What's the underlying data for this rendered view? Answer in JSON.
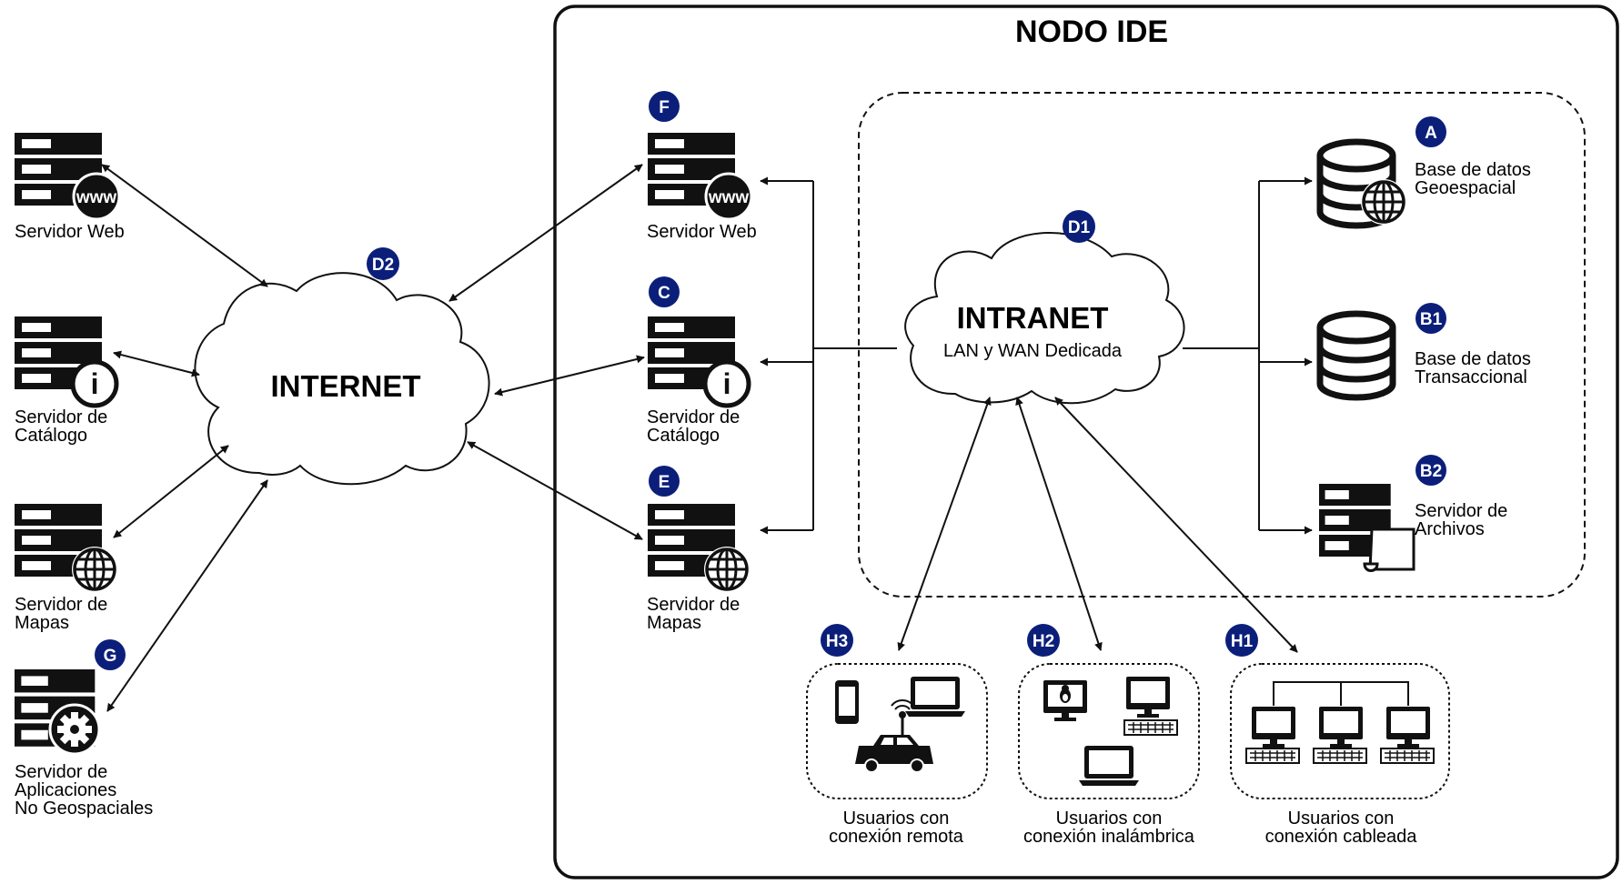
{
  "title": "NODO IDE",
  "colors": {
    "badge": "#0b1f7a",
    "stroke": "#111111"
  },
  "clouds": {
    "internet": {
      "title": "INTERNET",
      "badge": "D2"
    },
    "intranet": {
      "title": "INTRANET",
      "subtitle": "LAN y WAN Dedicada",
      "badge": "D1"
    }
  },
  "external": {
    "web": {
      "line1": "Servidor Web",
      "icon": "www-icon"
    },
    "catalog": {
      "line1": "Servidor de",
      "line2": "Catálogo",
      "icon": "info-icon"
    },
    "maps": {
      "line1": "Servidor de",
      "line2": "Mapas",
      "icon": "globe-icon"
    },
    "apps": {
      "badge": "G",
      "line1": "Servidor de",
      "line2": "Aplicaciones",
      "line3": "No Geospaciales",
      "icon": "gear-icon"
    }
  },
  "node": {
    "web": {
      "badge": "F",
      "line1": "Servidor Web"
    },
    "catalog": {
      "badge": "C",
      "line1": "Servidor de",
      "line2": "Catálogo"
    },
    "maps": {
      "badge": "E",
      "line1": "Servidor de",
      "line2": "Mapas"
    },
    "geo_db": {
      "badge": "A",
      "line1": "Base de datos",
      "line2": "Geoespacial"
    },
    "trans_db": {
      "badge": "B1",
      "line1": "Base de datos",
      "line2": "Transaccional"
    },
    "files": {
      "badge": "B2",
      "line1": "Servidor de",
      "line2": "Archivos"
    }
  },
  "users": {
    "remote": {
      "badge": "H3",
      "line1": "Usuarios con",
      "line2": "conexión remota"
    },
    "wireless": {
      "badge": "H2",
      "line1": "Usuarios con",
      "line2": "conexión inalámbrica"
    },
    "wired": {
      "badge": "H1",
      "line1": "Usuarios con",
      "line2": "conexión cableada"
    }
  }
}
